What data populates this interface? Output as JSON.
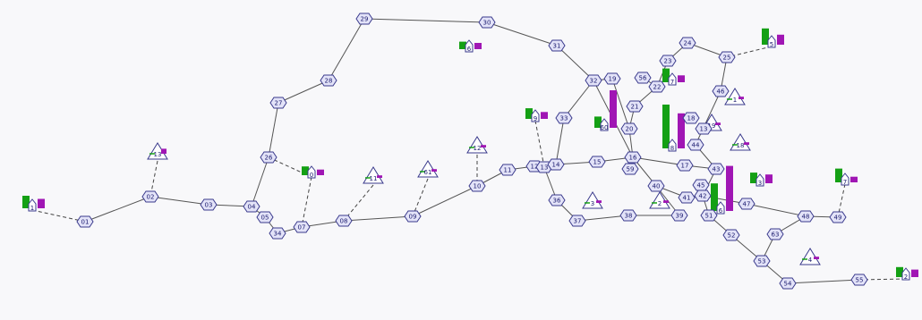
{
  "colors": {
    "green": "#14a014",
    "magenta": "#a016b4",
    "node_fill": "#e3e3f8",
    "node_stroke": "#3a3a8c"
  },
  "nodes": [
    {
      "id": "n01",
      "label": "01"
    },
    {
      "id": "n02",
      "label": "02"
    },
    {
      "id": "n03",
      "label": "03"
    },
    {
      "id": "n04",
      "label": "04"
    },
    {
      "id": "n05",
      "label": "05"
    },
    {
      "id": "n34",
      "label": "34"
    },
    {
      "id": "n07",
      "label": "07"
    },
    {
      "id": "n08",
      "label": "08"
    },
    {
      "id": "n09",
      "label": "09"
    },
    {
      "id": "n10",
      "label": "10"
    },
    {
      "id": "n11",
      "label": "11"
    },
    {
      "id": "n12",
      "label": "12"
    },
    {
      "id": "n13",
      "label": "13"
    },
    {
      "id": "n14",
      "label": "14"
    },
    {
      "id": "n15",
      "label": "15"
    },
    {
      "id": "n16",
      "label": "16"
    },
    {
      "id": "n17",
      "label": "17"
    },
    {
      "id": "n26",
      "label": "26"
    },
    {
      "id": "n27",
      "label": "27"
    },
    {
      "id": "n28",
      "label": "28"
    },
    {
      "id": "n29",
      "label": "29"
    },
    {
      "id": "n30",
      "label": "30"
    },
    {
      "id": "n31",
      "label": "31"
    },
    {
      "id": "n32",
      "label": "32"
    },
    {
      "id": "n33",
      "label": "33"
    },
    {
      "id": "n36",
      "label": "36"
    },
    {
      "id": "n37",
      "label": "37"
    },
    {
      "id": "n38",
      "label": "38"
    },
    {
      "id": "n39",
      "label": "39"
    },
    {
      "id": "n40",
      "label": "40"
    },
    {
      "id": "n41",
      "label": "41"
    },
    {
      "id": "n42",
      "label": "42"
    },
    {
      "id": "n43",
      "label": "43"
    },
    {
      "id": "n44",
      "label": "44"
    },
    {
      "id": "n45",
      "label": "45"
    },
    {
      "id": "n46",
      "label": "46"
    },
    {
      "id": "n47",
      "label": "47"
    },
    {
      "id": "n48",
      "label": "48"
    },
    {
      "id": "n49",
      "label": "49"
    },
    {
      "id": "n51",
      "label": "51"
    },
    {
      "id": "n52",
      "label": "52"
    },
    {
      "id": "n53",
      "label": "53"
    },
    {
      "id": "n54",
      "label": "54"
    },
    {
      "id": "n55",
      "label": "55"
    },
    {
      "id": "n56",
      "label": "56"
    },
    {
      "id": "n59",
      "label": "59"
    },
    {
      "id": "n63",
      "label": "63"
    },
    {
      "id": "n20",
      "label": "20"
    },
    {
      "id": "n21",
      "label": "21"
    },
    {
      "id": "n22",
      "label": "22"
    },
    {
      "id": "n23",
      "label": "23"
    },
    {
      "id": "n24",
      "label": "24"
    },
    {
      "id": "n25",
      "label": "25"
    },
    {
      "id": "n19",
      "label": "19"
    },
    {
      "id": "n18",
      "label": "18"
    },
    {
      "id": "n13b",
      "label": "13"
    }
  ],
  "edges": [
    [
      "n01",
      "n02"
    ],
    [
      "n02",
      "n03"
    ],
    [
      "n03",
      "n04"
    ],
    [
      "n04",
      "n05"
    ],
    [
      "n05",
      "n34"
    ],
    [
      "n34",
      "n07"
    ],
    [
      "n07",
      "n08"
    ],
    [
      "n08",
      "n09"
    ],
    [
      "n09",
      "n10"
    ],
    [
      "n10",
      "n11"
    ],
    [
      "n11",
      "n12"
    ],
    [
      "n12",
      "n13"
    ],
    [
      "n13",
      "n14"
    ],
    [
      "n14",
      "n15"
    ],
    [
      "n15",
      "n16"
    ],
    [
      "n16",
      "n17"
    ],
    [
      "n04",
      "n26"
    ],
    [
      "n26",
      "n27"
    ],
    [
      "n27",
      "n28"
    ],
    [
      "n28",
      "n29"
    ],
    [
      "n29",
      "n30"
    ],
    [
      "n30",
      "n31"
    ],
    [
      "n31",
      "n32"
    ],
    [
      "n32",
      "n33"
    ],
    [
      "n33",
      "n14"
    ],
    [
      "n13",
      "n36"
    ],
    [
      "n36",
      "n37"
    ],
    [
      "n37",
      "n38"
    ],
    [
      "n38",
      "n39"
    ],
    [
      "n16",
      "n40"
    ],
    [
      "n40",
      "n41"
    ],
    [
      "n41",
      "n42"
    ],
    [
      "n17",
      "n43"
    ],
    [
      "n43",
      "n42"
    ],
    [
      "n42",
      "n51"
    ],
    [
      "n42",
      "n47"
    ],
    [
      "n47",
      "n48"
    ],
    [
      "n48",
      "n49"
    ],
    [
      "n51",
      "n52"
    ],
    [
      "n52",
      "n53"
    ],
    [
      "n53",
      "n54"
    ],
    [
      "n54",
      "n55"
    ],
    [
      "n53",
      "n63"
    ],
    [
      "n63",
      "n48"
    ],
    [
      "n16",
      "n59"
    ],
    [
      "n16",
      "n20"
    ],
    [
      "n20",
      "n21"
    ],
    [
      "n21",
      "n22"
    ],
    [
      "n22",
      "n56"
    ],
    [
      "n22",
      "n23"
    ],
    [
      "n23",
      "n24"
    ],
    [
      "n24",
      "n25"
    ],
    [
      "n25",
      "n46"
    ],
    [
      "n46",
      "n44"
    ],
    [
      "n44",
      "n43"
    ],
    [
      "n32",
      "n19"
    ],
    [
      "n19",
      "n20"
    ],
    [
      "n32",
      "n16"
    ],
    [
      "n40",
      "n39"
    ]
  ],
  "markers": [
    {
      "id": "m-left",
      "kind": "house",
      "label": "1",
      "green": 1.0,
      "magenta": 0.75
    },
    {
      "id": "m-06",
      "kind": "house",
      "label": "0",
      "green": 0.7,
      "magenta": 0.45
    },
    {
      "id": "m-top",
      "kind": "house",
      "label": "6",
      "green": 0.6,
      "magenta": 0.5
    },
    {
      "id": "m-09",
      "kind": "house",
      "label": "9",
      "green": 0.85,
      "magenta": 0.55
    },
    {
      "id": "m-60",
      "kind": "house",
      "label": "60",
      "green": 0.9,
      "magenta": 3.0
    },
    {
      "id": "m-07",
      "kind": "house",
      "label": "7",
      "green": 1.1,
      "magenta": 0.55
    },
    {
      "id": "m-big",
      "kind": "house",
      "label": "8",
      "green": 3.5,
      "magenta": 2.8
    },
    {
      "id": "m-25",
      "kind": "house",
      "label": "5",
      "green": 1.3,
      "magenta": 0.8
    },
    {
      "id": "m-center",
      "kind": "house",
      "label": "6",
      "green": 2.2,
      "magenta": 3.6
    },
    {
      "id": "m-3",
      "kind": "house",
      "label": "3",
      "green": 0.85,
      "magenta": 0.7
    },
    {
      "id": "m-right",
      "kind": "house",
      "label": "7",
      "green": 1.1,
      "magenta": 0.45
    },
    {
      "id": "m-fr",
      "kind": "house",
      "label": "2",
      "green": 0.8,
      "magenta": 0.6
    },
    {
      "id": "t-13",
      "kind": "tri",
      "label": "13",
      "magenta": 0.4
    },
    {
      "id": "t-11",
      "kind": "tri",
      "label": "11",
      "magenta": 0.2
    },
    {
      "id": "t-61",
      "kind": "tri",
      "label": "61",
      "magenta": 0.2
    },
    {
      "id": "t-12",
      "kind": "tri",
      "label": "12",
      "magenta": 0.2
    },
    {
      "id": "t-3",
      "kind": "tri",
      "label": "3",
      "magenta": 0.2
    },
    {
      "id": "t-2",
      "kind": "tri",
      "label": "2",
      "magenta": 0.2
    },
    {
      "id": "t-1",
      "kind": "tri",
      "label": "1",
      "magenta": 0.2
    },
    {
      "id": "t-18",
      "kind": "tri",
      "label": "18",
      "magenta": 0.2
    },
    {
      "id": "t-19",
      "kind": "tri",
      "label": "19",
      "magenta": 0.2
    },
    {
      "id": "t-4",
      "kind": "tri",
      "label": "4",
      "magenta": 0.2
    }
  ]
}
